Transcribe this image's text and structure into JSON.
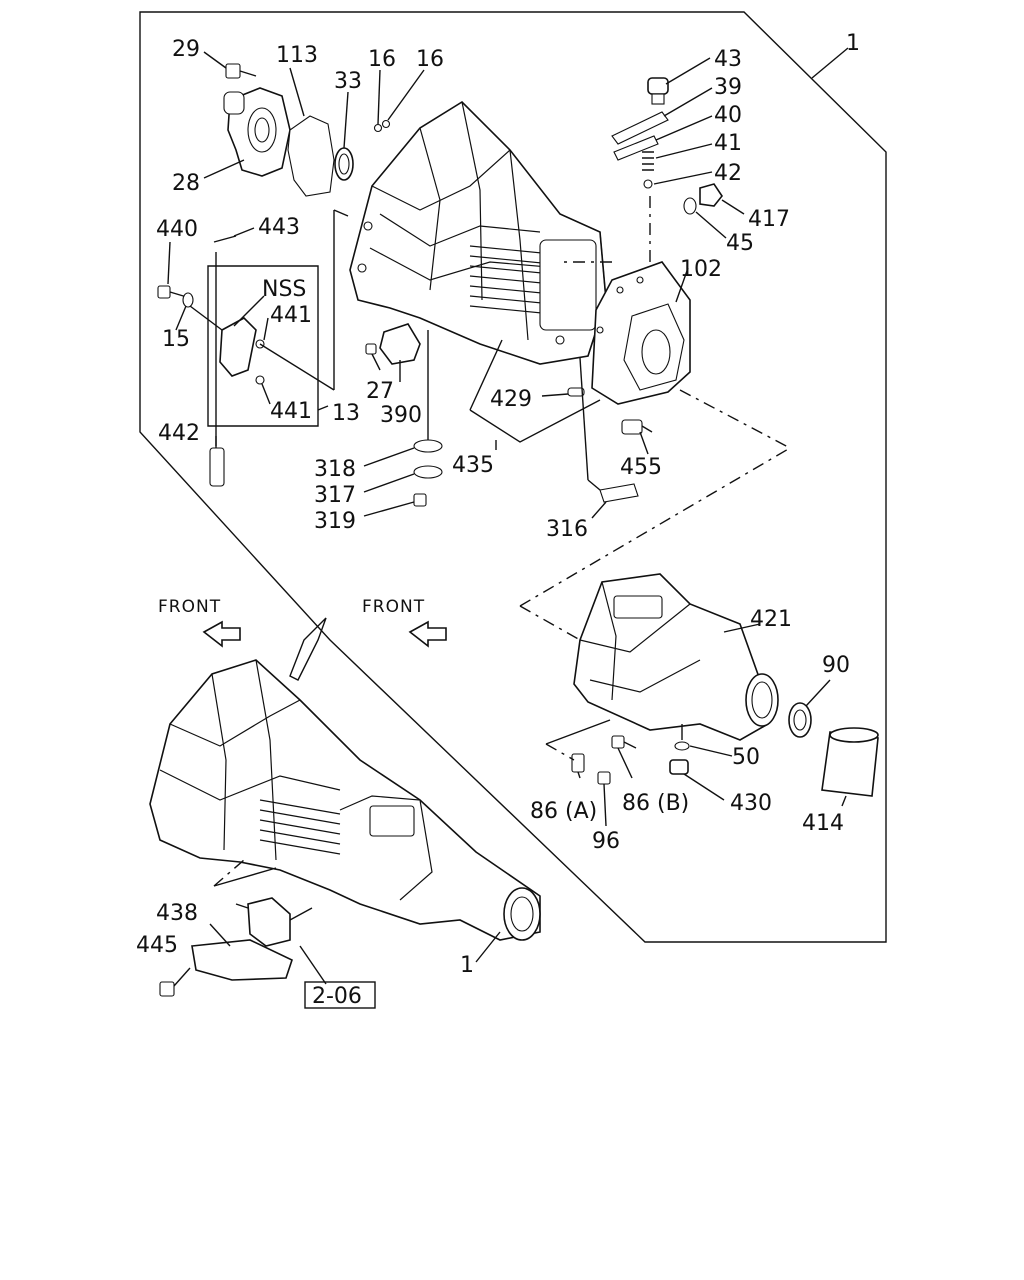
{
  "frame": {
    "assembly_label": "1"
  },
  "labels": {
    "l29": "29",
    "l113": "113",
    "l16a": "16",
    "l16b": "16",
    "l33": "33",
    "l28": "28",
    "l43": "43",
    "l39": "39",
    "l40": "40",
    "l41": "41",
    "l42": "42",
    "l417": "417",
    "l45": "45",
    "l102": "102",
    "l440": "440",
    "l443": "443",
    "lnss": "NSS",
    "l441a": "441",
    "l15": "15",
    "l441b": "441",
    "l13": "13",
    "l27": "27",
    "l390": "390",
    "l429": "429",
    "l442": "442",
    "l318": "318",
    "l317": "317",
    "l319": "319",
    "l435": "435",
    "l455": "455",
    "l316": "316",
    "l421": "421",
    "l90": "90",
    "l50": "50",
    "l86a": "86 (A)",
    "l86b": "86 (B)",
    "l430": "430",
    "l96": "96",
    "l414": "414",
    "l438": "438",
    "l445": "445",
    "l1b": "1"
  },
  "front_left": "FRONT",
  "front_right": "FRONT",
  "reference_box": "2-06",
  "colors": {
    "line": "#111111",
    "background": "#ffffff"
  }
}
